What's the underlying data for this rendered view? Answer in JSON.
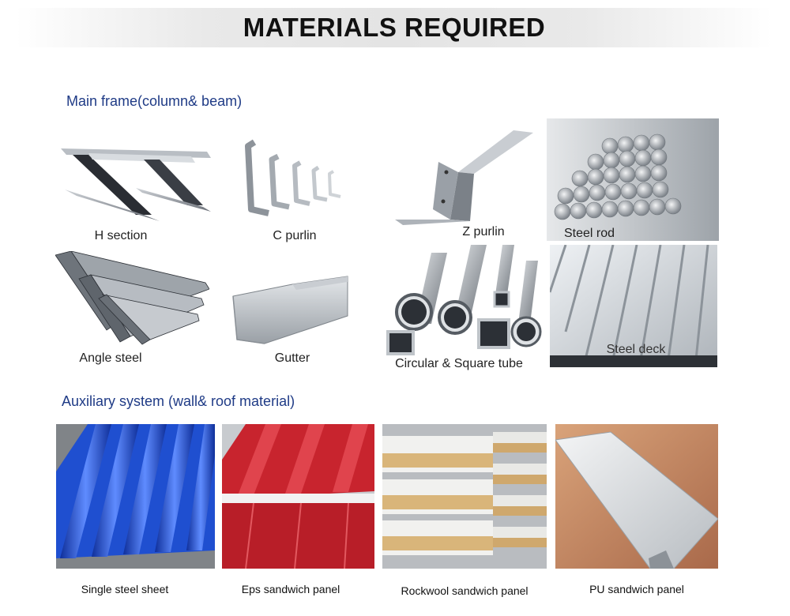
{
  "header": {
    "title": "MATERIALS REQUIRED"
  },
  "sections": {
    "main_frame": "Main frame(column& beam)",
    "auxiliary": "Auxiliary system (wall& roof material)"
  },
  "main_frame_items": [
    {
      "label": "H section"
    },
    {
      "label": "C purlin"
    },
    {
      "label": "Z purlin"
    },
    {
      "label": "Steel rod"
    },
    {
      "label": "Angle steel"
    },
    {
      "label": "Gutter"
    },
    {
      "label": "Circular & Square tube"
    },
    {
      "label": "Steel deck"
    }
  ],
  "auxiliary_items": [
    {
      "label": "Single steel sheet"
    },
    {
      "label": "Eps sandwich panel"
    },
    {
      "label": "Rockwool sandwich panel"
    },
    {
      "label": "PU sandwich panel"
    }
  ],
  "colors": {
    "title_text": "#111111",
    "section_text": "#1f3b86",
    "blue_sheet": "#1f4fd0",
    "red_panel": "#c8242e",
    "rockwool": "#d9b57a",
    "steel": "#9aa0a6"
  }
}
